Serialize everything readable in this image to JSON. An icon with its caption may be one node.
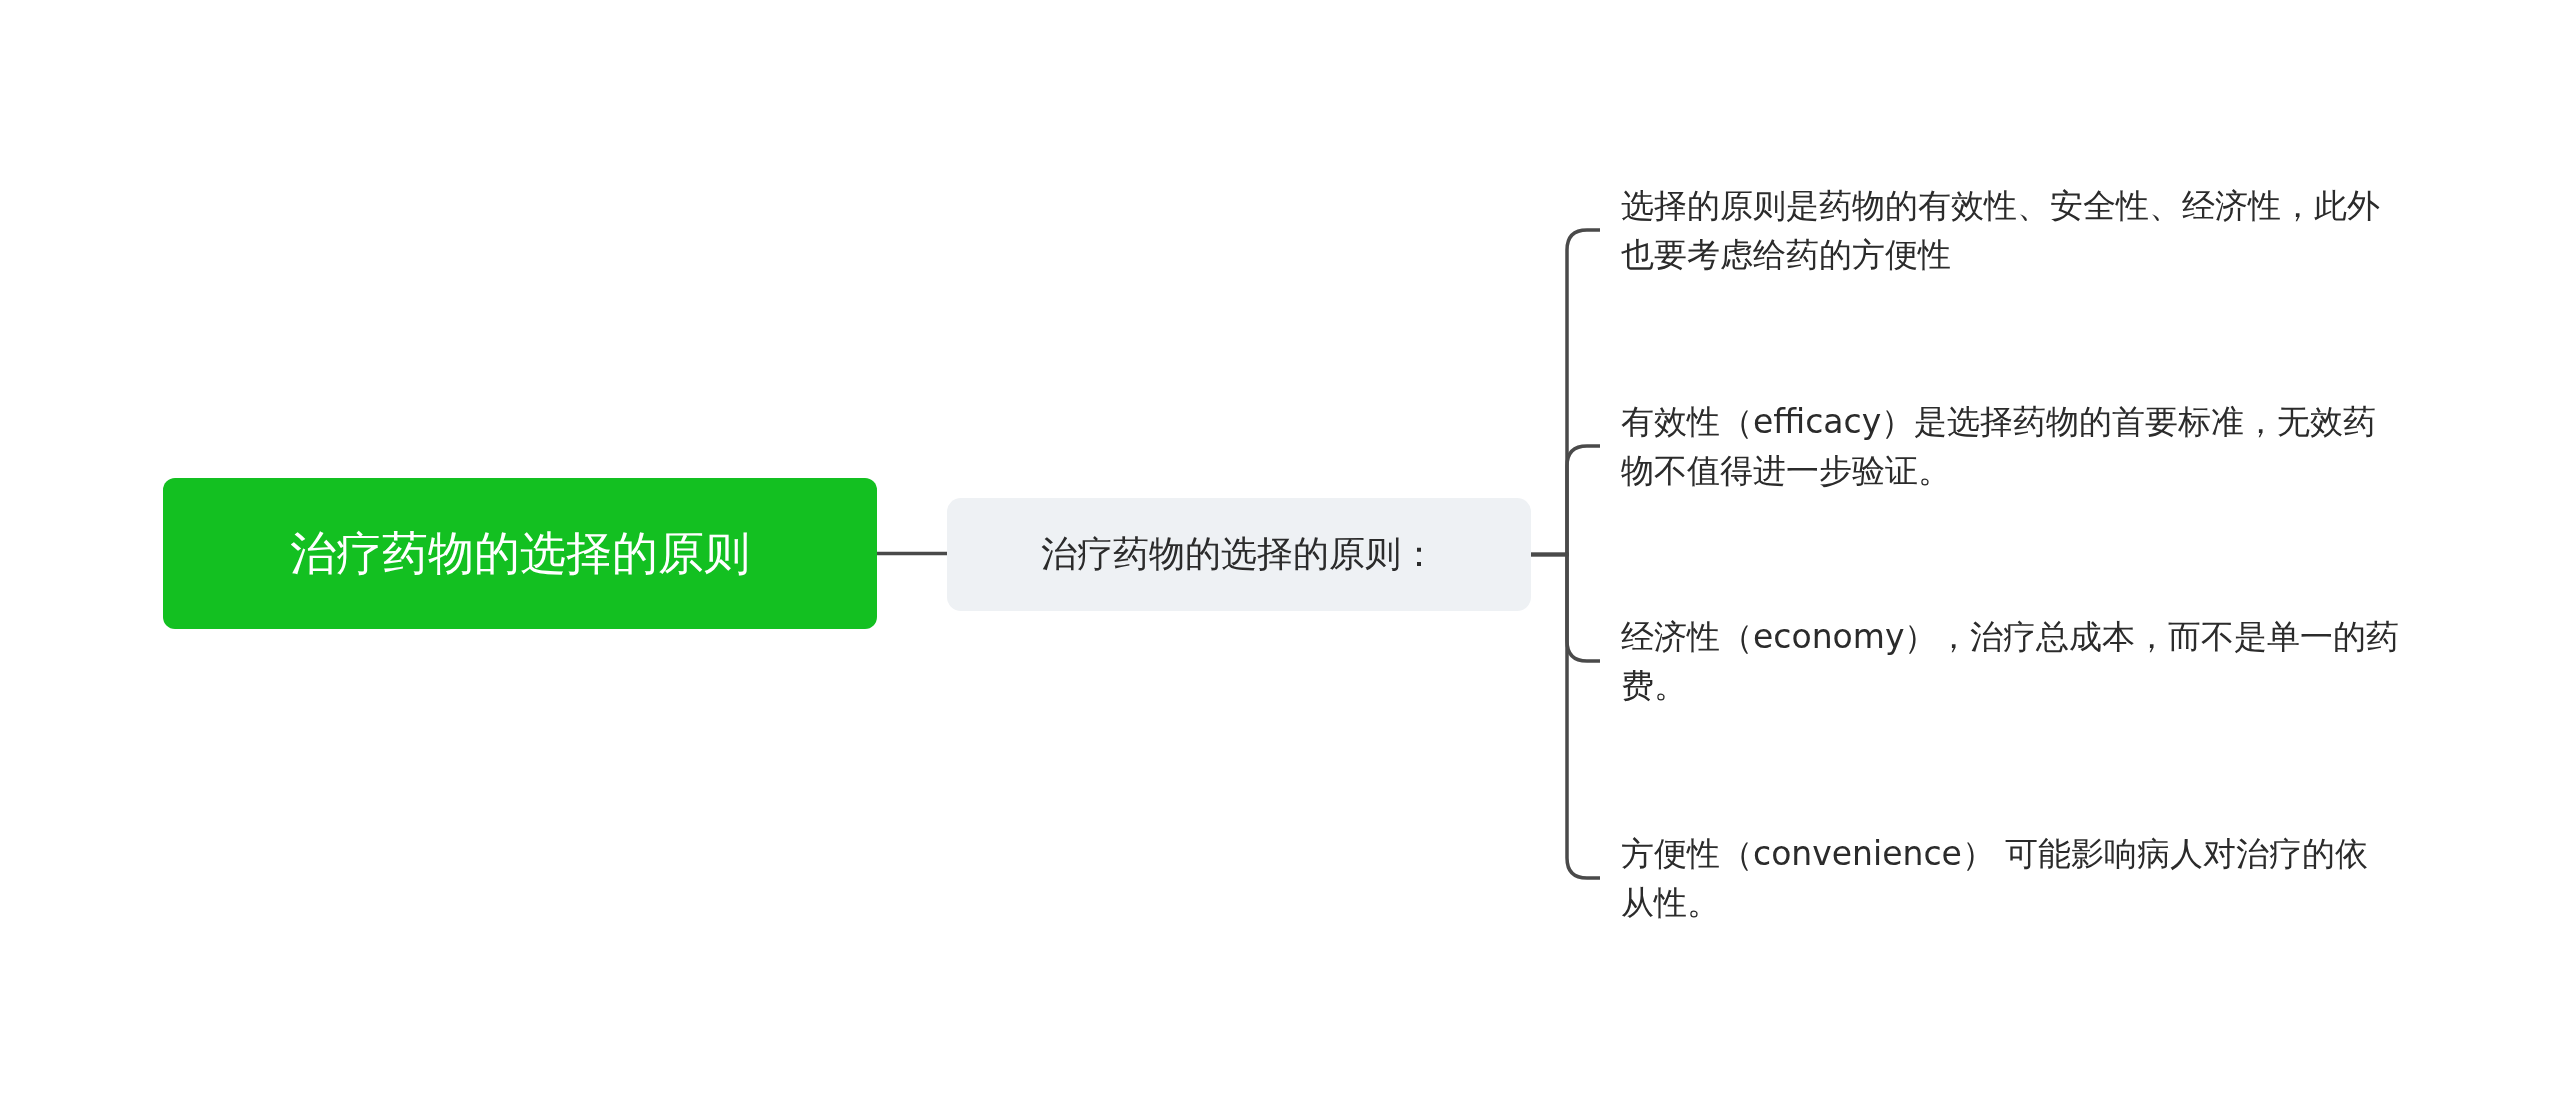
{
  "diagram": {
    "nodes": [
      {
        "text": [
          "治疗药物的选择的原则"
        ]
      },
      {
        "text": [
          "治疗药物的选择的原则："
        ]
      },
      {
        "text": [
          "选择的原则是药物的有效性、安全性、经济性，此外也要考虑给药的方便性"
        ]
      },
      {
        "text": [
          "有效性（efficacy）是选择药物的首要标准，无效药物不值得进一步验证。"
        ]
      },
      {
        "text": [
          "经济性（economy），治疗总成本，而不是单一的药费。"
        ]
      },
      {
        "text": [
          "方便性（convenience） 可能影响病人对治疗的依从性。"
        ]
      }
    ],
    "edges": [
      {
        "from": 0,
        "to": 1,
        "arrow": "none"
      },
      {
        "from": 1,
        "to": 2,
        "arrow": "none"
      },
      {
        "from": 1,
        "to": 3,
        "arrow": "none"
      },
      {
        "from": 1,
        "to": 4,
        "arrow": "none"
      },
      {
        "from": 1,
        "to": 5,
        "arrow": "none"
      }
    ]
  }
}
